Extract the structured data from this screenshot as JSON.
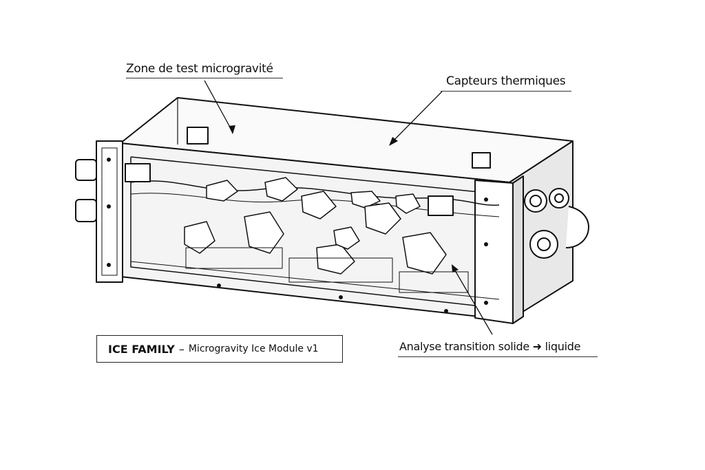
{
  "labels": {
    "zone": "Zone de test microgravité",
    "capteurs": "Capteurs thermiques",
    "analyse": "Analyse transition solide ➜ liquide"
  },
  "caption": {
    "brand": "ICE FAMILY",
    "separator": "–",
    "subtitle": "Microgravity Ice Module v1"
  }
}
